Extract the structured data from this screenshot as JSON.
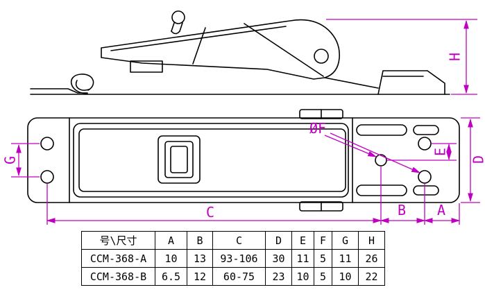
{
  "colors": {
    "dimension": "#c000c0",
    "geometry": "#000000"
  },
  "dimensions": {
    "h": "H",
    "g": "G",
    "d": "D",
    "e": "E",
    "f": "ØF",
    "c": "C",
    "b": "B",
    "a": "A"
  },
  "table": {
    "headers": [
      "号\\尺寸",
      "A",
      "B",
      "C",
      "D",
      "E",
      "F",
      "G",
      "H"
    ],
    "rows": [
      [
        "CCM-368-A",
        "10",
        "13",
        "93-106",
        "30",
        "11",
        "5",
        "11",
        "26"
      ],
      [
        "CCM-368-B",
        "6.5",
        "12",
        "60-75",
        "23",
        "10",
        "5",
        "10",
        "22"
      ]
    ]
  }
}
